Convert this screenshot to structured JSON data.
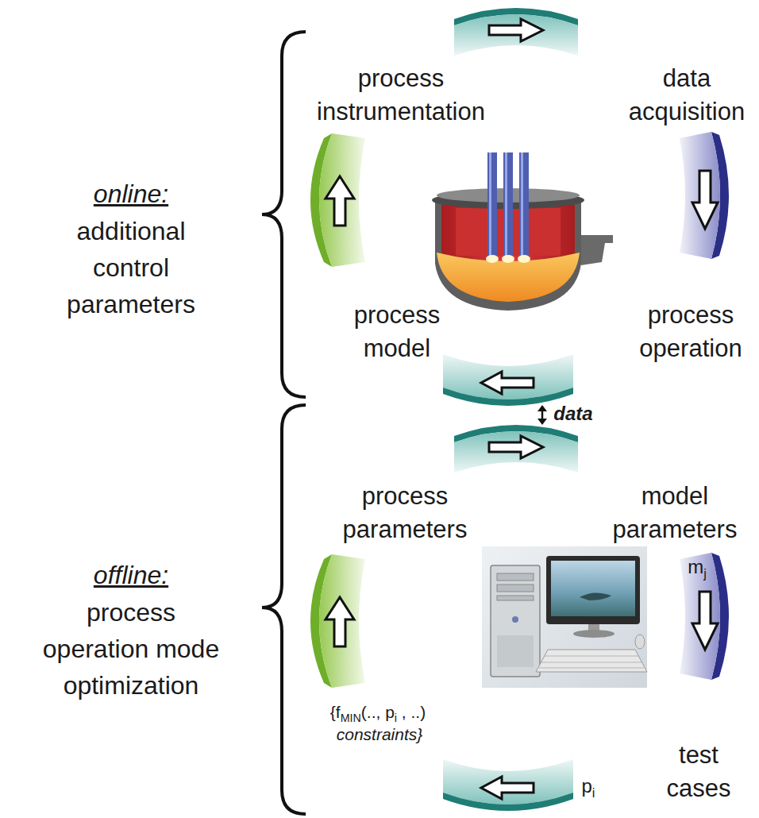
{
  "diagram": {
    "labels": [
      "online:",
      "additional control parameters",
      "process instrumentation",
      "data acquisition",
      "process model",
      "process operation",
      "data",
      "offline:",
      "process operation mode optimization",
      "process parameters",
      "model parameters",
      "m",
      "j",
      "{f",
      "MIN",
      "(.., p",
      "i",
      ", ..)",
      "constraints}",
      "test cases",
      "p",
      "i"
    ]
  }
}
